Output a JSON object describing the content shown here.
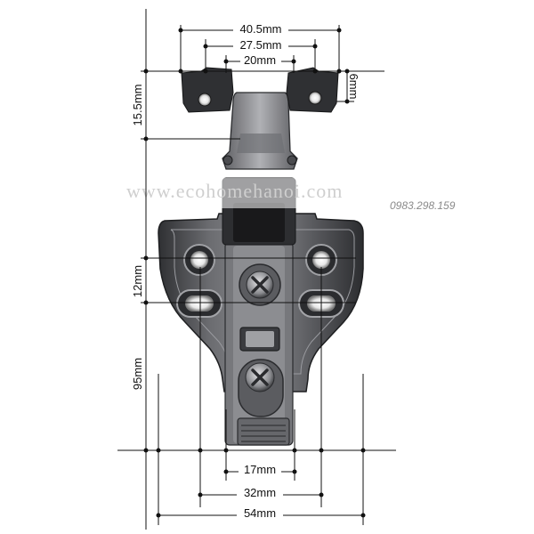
{
  "watermark": {
    "site": "www.ecohomehanoi.com",
    "phone": "0983.298.159"
  },
  "dimensions": {
    "top_outer_width": "40.5mm",
    "top_mid_width": "27.5mm",
    "top_inner_width": "20mm",
    "arm_thickness": "6mm",
    "arm_height": "15.5mm",
    "hole_spacing": "12mm",
    "plate_height": "95mm",
    "screw_spacing": "17mm",
    "hole_center_spacing": "32mm",
    "plate_width": "54mm"
  },
  "colors": {
    "metal_dark": "#3a3a3c",
    "metal_mid": "#6d6e72",
    "metal_light": "#b9babe",
    "dimension_line": "#111111"
  }
}
